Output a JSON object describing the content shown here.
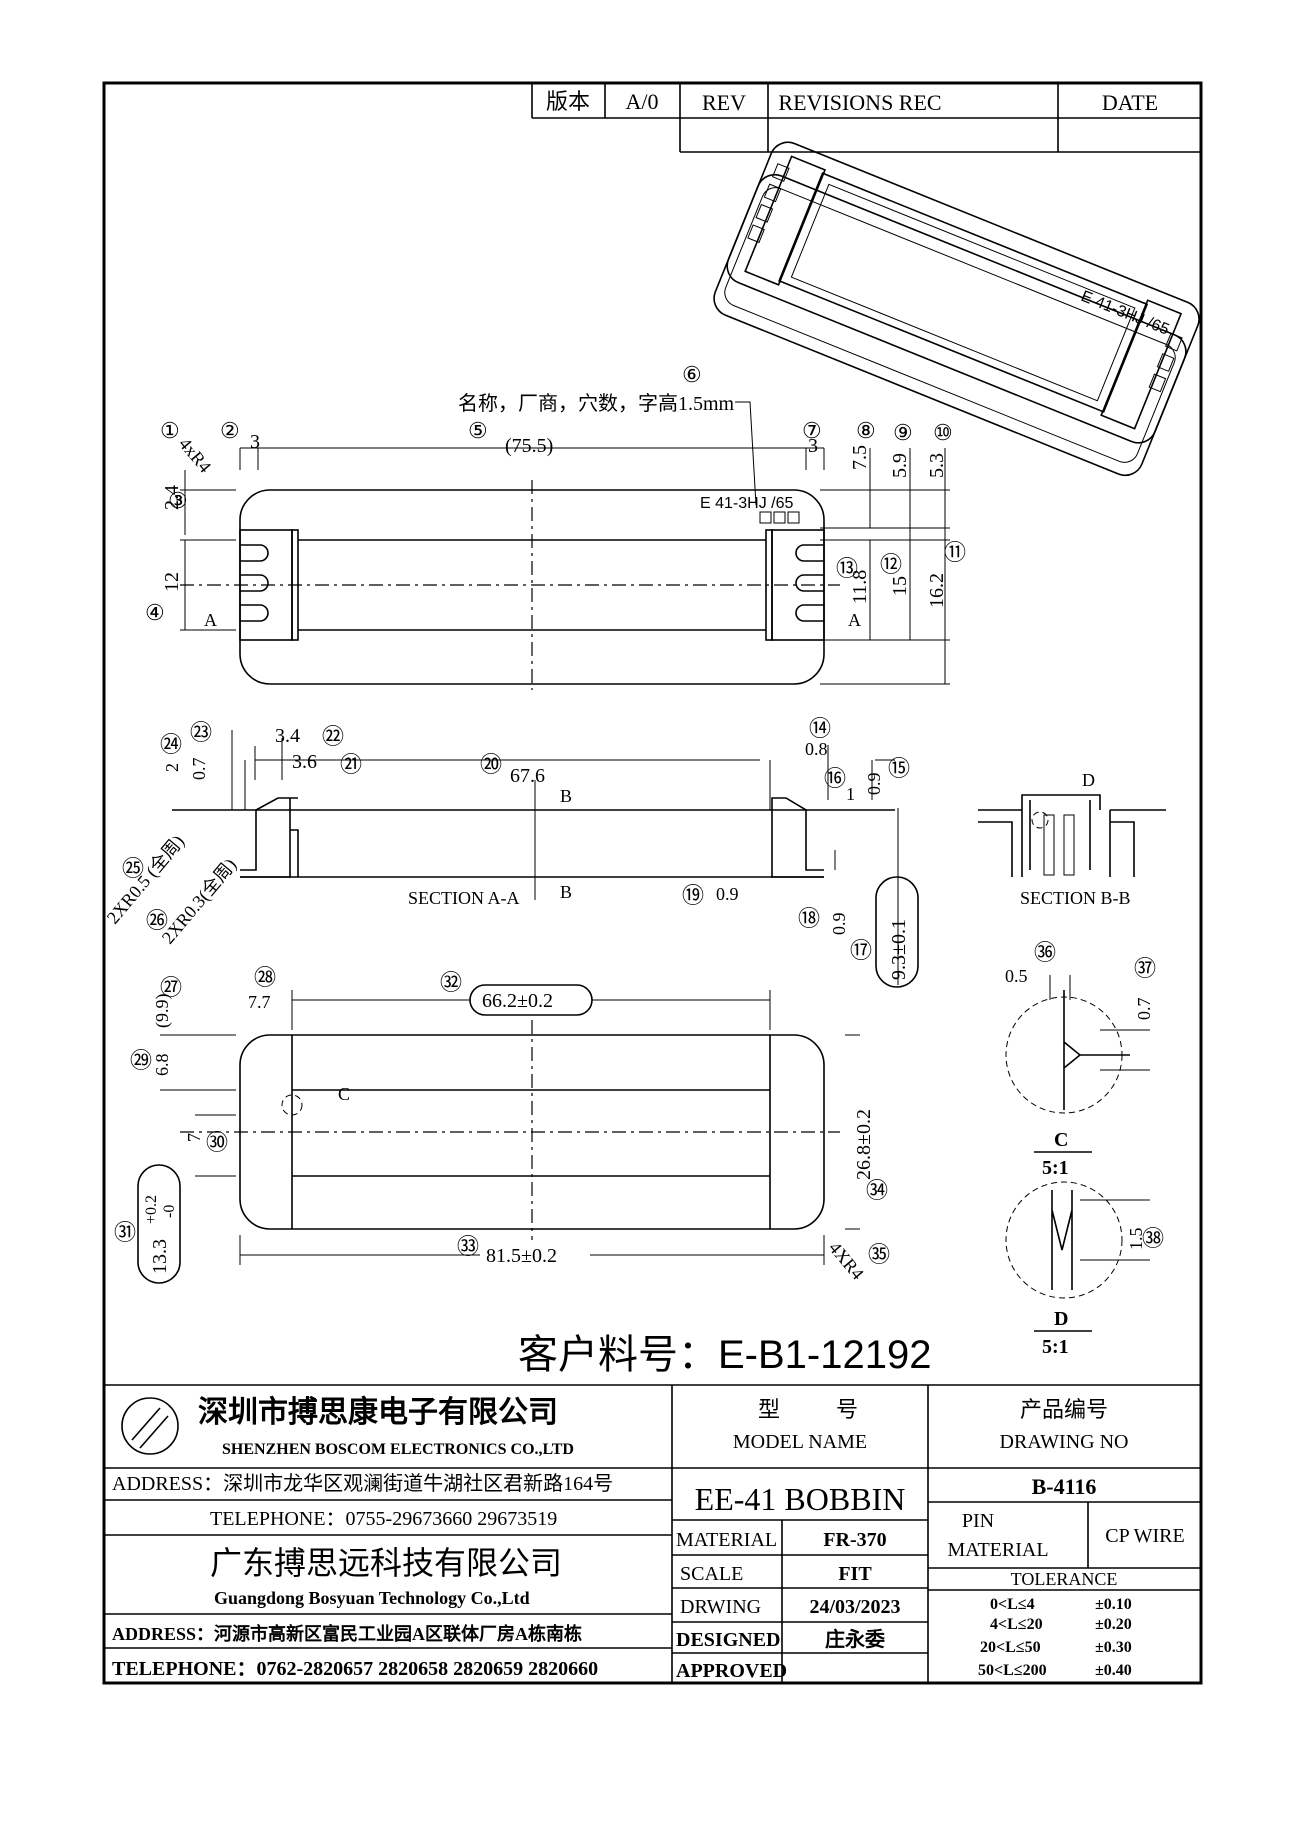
{
  "revision_block": {
    "version_label": "版本",
    "version_value": "A/0",
    "rev_label": "REV",
    "revisions_label": "REVISIONS REC",
    "date_label": "DATE"
  },
  "views": {
    "section_aa": "SECTION A-A",
    "section_bb": "SECTION B-B",
    "detail_c": "C",
    "detail_c_scale": "5:1",
    "detail_d": "D",
    "detail_d_scale": "5:1",
    "marker_a": "A",
    "marker_b": "B",
    "marker_c": "C",
    "marker_d": "D"
  },
  "marking_note": "名称，厂商，穴数，字高1.5mm",
  "marking_text": "E 41-3HJ /65",
  "iso_marking": "E 41-3HJ /65",
  "dimensions": {
    "d1": "4xR4",
    "d2": "3",
    "d3": "2.4",
    "d4": "12",
    "d5": "(75.5)",
    "d7": "3",
    "d8": "7.5",
    "d9": "5.9",
    "d10": "5.3",
    "d11": "16.2",
    "d12": "15",
    "d13": "11.8",
    "d14": "0.8",
    "d15": "0.9",
    "d16": "1",
    "d17": "9.3±0.1",
    "d18": "0.9",
    "d19": "0.9",
    "d20": "67.6",
    "d21": "3.6",
    "d22": "3.4",
    "d23": "0.7",
    "d24": "2",
    "d25": "2XR0.5 (全周)",
    "d26": "2XR0.3(全周)",
    "d27": "(9.9)",
    "d28": "7.7",
    "d29": "6.8",
    "d30": "7",
    "d31": "13.3",
    "d31_tol_plus": "+0.2",
    "d31_tol_minus": "-0",
    "d32": "66.2±0.2",
    "d33": "81.5±0.2",
    "d34": "26.8±0.2",
    "d35": "4XR4",
    "d36": "0.5",
    "d37": "0.7",
    "d38": "1.5"
  },
  "balloons": [
    "①",
    "②",
    "③",
    "④",
    "⑤",
    "⑥",
    "⑦",
    "⑧",
    "⑨",
    "⑩",
    "⑪",
    "⑫",
    "⑬",
    "⑭",
    "⑮",
    "⑯",
    "⑰",
    "⑱",
    "⑲",
    "⑳",
    "㉑",
    "㉒",
    "㉓",
    "㉔",
    "㉕",
    "㉖",
    "㉗",
    "㉘",
    "㉙",
    "㉚",
    "㉛",
    "㉜",
    "㉝",
    "㉞",
    "㉟",
    "㊱",
    "㊲",
    "㊳"
  ],
  "customer_part": "客户料号：E-B1-12192",
  "title_block": {
    "company_cn": "深圳市搏思康电子有限公司",
    "company_en": "SHENZHEN BOSCOM ELECTRONICS CO.,LTD",
    "address1": "ADDRESS：深圳市龙华区观澜街道牛湖社区君新路164号",
    "telephone1": "TELEPHONE：0755-29673660 29673519",
    "company2_cn": "广东搏思远科技有限公司",
    "company2_en": "Guangdong Bosyuan Technology Co.,Ltd",
    "address2": "ADDRESS：河源市高新区富民工业园A区联体厂房A栋南栋",
    "telephone2": "TELEPHONE：0762-2820657 2820658 2820659 2820660",
    "model_cn_1": "型",
    "model_cn_2": "号",
    "model_label": "MODEL NAME",
    "drawing_cn": "产品编号",
    "drawing_label": "DRAWING NO",
    "model_value": "EE-41 BOBBIN",
    "drawing_value": "B-4116",
    "material_label": "MATERIAL",
    "material_value": "FR-370",
    "pin_material_label_1": "PIN",
    "pin_material_label_2": "MATERIAL",
    "pin_material_value": "CP WIRE",
    "scale_label": "SCALE",
    "scale_value": "FIT",
    "drawing_date_label": "DRWING",
    "drawing_date_value": "24/03/2023",
    "designed_label": "DESIGNED",
    "designed_value": "庄永委",
    "approved_label": "APPROVED",
    "tolerance_label": "TOLERANCE",
    "tolerances": [
      {
        "range": "0<L≤4",
        "value": "±0.10"
      },
      {
        "range": "4<L≤20",
        "value": "±0.20"
      },
      {
        "range": "20<L≤50",
        "value": "±0.30"
      },
      {
        "range": "50<L≤200",
        "value": "±0.40"
      }
    ]
  }
}
